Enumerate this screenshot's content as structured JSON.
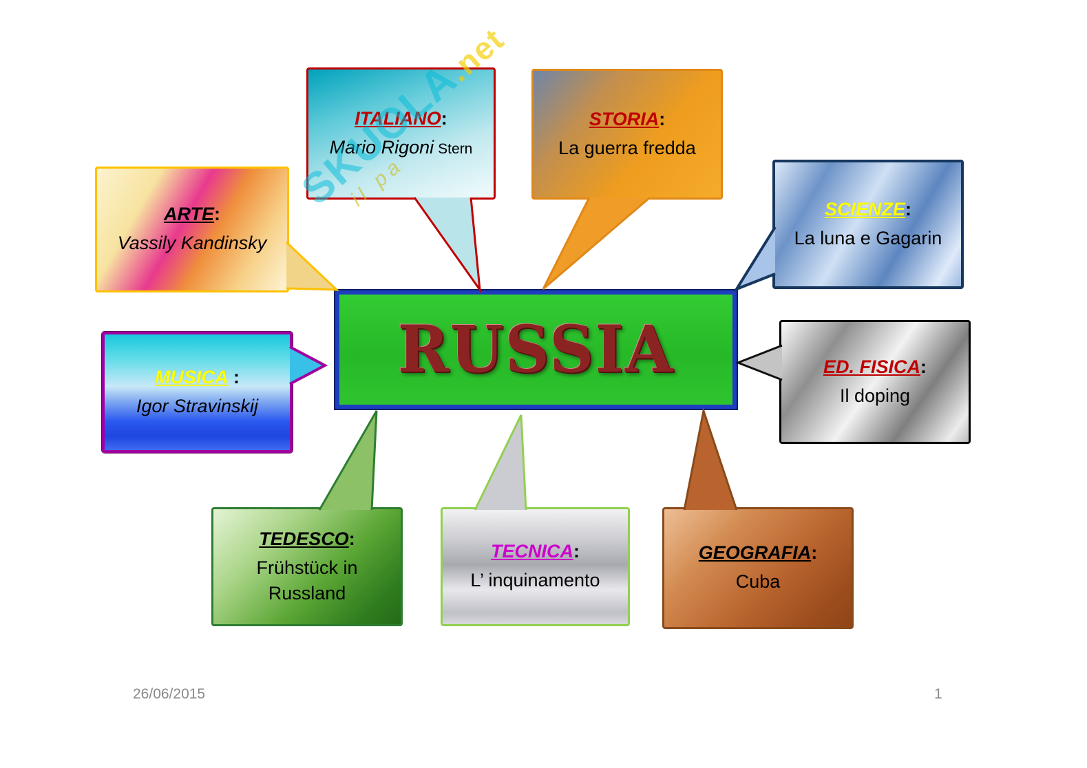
{
  "slide": {
    "date": "26/06/2015",
    "page_number": "1"
  },
  "watermark": {
    "brand": "SKUOLA",
    "tld": ".net",
    "tagline": "il pa"
  },
  "center": {
    "label": "RUSSIA"
  },
  "nodes": {
    "italiano": {
      "title": "ITALIANO",
      "colon": ":",
      "body": "Mario Rigoni",
      "body2": "Stern"
    },
    "storia": {
      "title": "STORIA",
      "colon": ":",
      "body": "La guerra fredda"
    },
    "arte": {
      "title": "ARTE",
      "colon": ":",
      "body": "Vassily Kandinsky"
    },
    "scienze": {
      "title": "SCIENZE",
      "colon": ":",
      "body": "La luna e Gagarin"
    },
    "musica": {
      "title": "MUSICA",
      "colon": " :",
      "body": "Igor Stravinskij"
    },
    "ed_fisica": {
      "title": "ED. FISICA",
      "colon": ":",
      "body": "Il doping"
    },
    "tedesco": {
      "title": "TEDESCO",
      "colon": ":",
      "body": "Frühstück in Russland"
    },
    "tecnica": {
      "title": "TECNICA",
      "colon": ":",
      "body": "L’ inquinamento"
    },
    "geografia": {
      "title": "GEOGRAFIA",
      "colon": ":",
      "body": "Cuba"
    }
  },
  "colors": {
    "center_fill": "#2db82d",
    "center_border": "#1d3fbf",
    "center_text": "#8b2323",
    "title_red": "#c00000",
    "title_yellow": "#ffff00",
    "title_magenta": "#cc00cc",
    "watermark_cyan": "#00b9d7",
    "watermark_yellow": "#f5cd00"
  }
}
